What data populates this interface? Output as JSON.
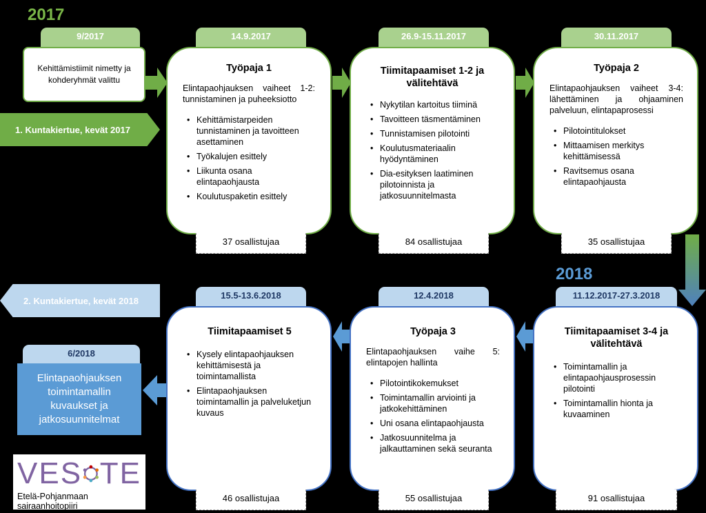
{
  "years": {
    "first": "2017",
    "second": "2018"
  },
  "intro": {
    "date": "9/2017",
    "text": "Kehittämistiimit nimetty ja kohderyhmät valittu"
  },
  "tour1": "1. Kuntakiertue, kevät 2017",
  "tour2": "2. Kuntakiertue, kevät 2018",
  "stages": [
    {
      "date": "14.9.2017",
      "title": "Työpaja 1",
      "desc": "Elintapaohjauksen vaiheet 1-2: tunnistaminen ja puheeksiotto",
      "items": [
        "Kehittämistarpeiden tunnistaminen ja tavoitteen asettaminen",
        "Työkalujen esittely",
        "Liikunta osana elintapaohjausta",
        "Koulutuspaketin esittely"
      ],
      "participants": "37 osallistujaa"
    },
    {
      "date": "26.9-15.11.2017",
      "title": "Tiimitapaamiset 1-2 ja välitehtävä",
      "desc": "",
      "items": [
        "Nykytilan kartoitus tiiminä",
        "Tavoitteen täsmentäminen",
        "Tunnistamisen pilotointi",
        "Koulutusmateriaalin hyödyntäminen",
        "Dia-esityksen laatiminen pilotoinnista ja jatkosuunnitelmasta"
      ],
      "participants": "84 osallistujaa"
    },
    {
      "date": "30.11.2017",
      "title": "Työpaja 2",
      "desc": "Elintapaohjauksen vaiheet 3-4: lähettäminen ja ohjaaminen palveluun, elintapaprosessi",
      "items": [
        "Pilotointitulokset",
        "Mittaamisen merkitys kehittämisessä",
        "Ravitsemus osana elintapaohjausta"
      ],
      "participants": "35 osallistujaa"
    },
    {
      "date": "11.12.2017-27.3.2018",
      "title": "Tiimitapaamiset 3-4 ja välitehtävä",
      "desc": "",
      "items": [
        "Toimintamallin ja elintapaohjausprosessin pilotointi",
        "Toimintamallin hionta ja kuvaaminen"
      ],
      "participants": "91 osallistujaa"
    },
    {
      "date": "12.4.2018",
      "title": "Työpaja 3",
      "desc": "Elintapaohjauksen vaihe 5: elintapojen hallinta",
      "items": [
        "Pilotointikokemukset",
        "Toimintamallin arviointi ja jatkokehittäminen",
        "Uni osana elintapaohjausta",
        "Jatkosuunnitelma ja jalkauttaminen sekä seuranta"
      ],
      "participants": "55 osallistujaa"
    },
    {
      "date": "15.5-13.6.2018",
      "title": "Tiimitapaamiset 5",
      "desc": "",
      "items": [
        "Kysely elintapaohjauksen kehittämisestä ja toimintamallista",
        "Elintapaohjauksen toimintamallin ja palveluketjun kuvaus"
      ],
      "participants": "46 osallistujaa"
    }
  ],
  "final": {
    "date": "6/2018",
    "text": "Elintapaohjauksen toimintamallin kuvaukset ja jatkosuunnitelmat"
  },
  "logo": {
    "left": "VES",
    "right": "TE",
    "subtitle": "Etelä-Pohjanmaan sairaanhoitopiiri"
  },
  "colors": {
    "green": "#70ad47",
    "light_green": "#a9d18e",
    "blue": "#5b9bd5",
    "light_blue": "#bdd7ee"
  }
}
